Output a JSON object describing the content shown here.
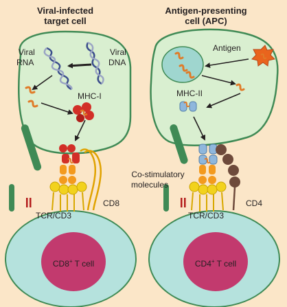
{
  "left_panel": {
    "title_line1": "Viral-infected",
    "title_line2": "target cell",
    "viral_rna_line1": "Viral",
    "viral_rna_line2": "RNA",
    "viral_dna_line1": "Viral",
    "viral_dna_line2": "DNA",
    "mhc_label": "MHC-I",
    "tcr_label": "TCR/CD3",
    "coreceptor_label": "CD8",
    "tcell_label_prefix": "CD8",
    "tcell_label_sup": "+",
    "tcell_label_suffix": " T cell"
  },
  "right_panel": {
    "title_line1": "Antigen-presenting",
    "title_line2": "cell (APC)",
    "antigen_label": "Antigen",
    "mhc_label": "MHC-II",
    "tcr_label": "TCR/CD3",
    "coreceptor_label": "CD4",
    "tcell_label_prefix": "CD4",
    "tcell_label_sup": "+",
    "tcell_label_suffix": " T cell"
  },
  "costim_line1": "Co-stimulatory",
  "costim_line2": "molecules",
  "colors": {
    "background": "#fbe6c8",
    "cell_fill": "#d9efd0",
    "cell_stroke": "#3f8a55",
    "tcell_fill": "#b5e2dd",
    "nucleus": "#c23a6e",
    "mhc_i": "#d22f27",
    "mhc_ii": "#8fb7dc",
    "tcr": "#f39a1e",
    "cd3": "#f2d21d",
    "cd4": "#6e4a3b",
    "peptide": "#e07b28"
  }
}
